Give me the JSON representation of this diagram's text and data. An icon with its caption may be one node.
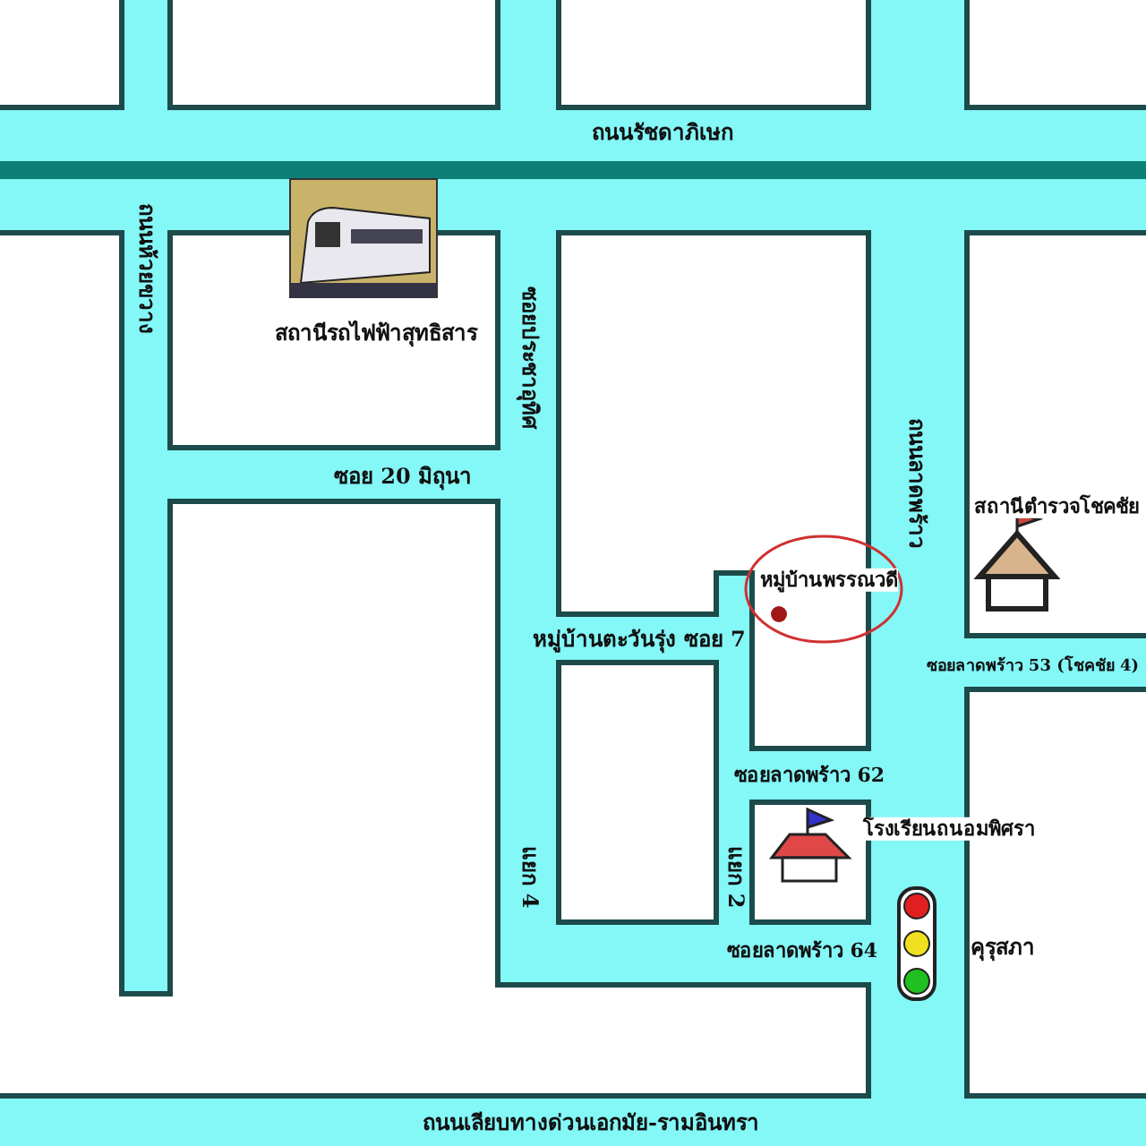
{
  "diagram": {
    "nodes": [
      {
        "text": [
          "หมู่บ้านพรรณวดี"
        ]
      }
    ],
    "labels": [
      "ถนนรัชดาภิเษก",
      "ถนนห้วยขวาง",
      "ซอยประชาอุทิศ",
      "สถานีรถไฟฟ้าสุทธิสาร",
      "ถนนลาดพร้าว",
      "ซอย 20 มิถุนา",
      "สถานีตำรวจโชคชัย",
      "หมู่บ้านตะวันรุ่ง ซอย 7",
      "ซอยลาดพร้าว 53 (โชคชัย 4)",
      "ซอยลาดพร้าว 62",
      "โรงเรียนถนอมพิศรา",
      "แยก 4",
      "แยก 2",
      "คุรุสภา",
      "ซอยลาดพร้าว 64",
      "ถนนเลียบทางด่วนเอกมัย-รามอินทรา"
    ]
  }
}
